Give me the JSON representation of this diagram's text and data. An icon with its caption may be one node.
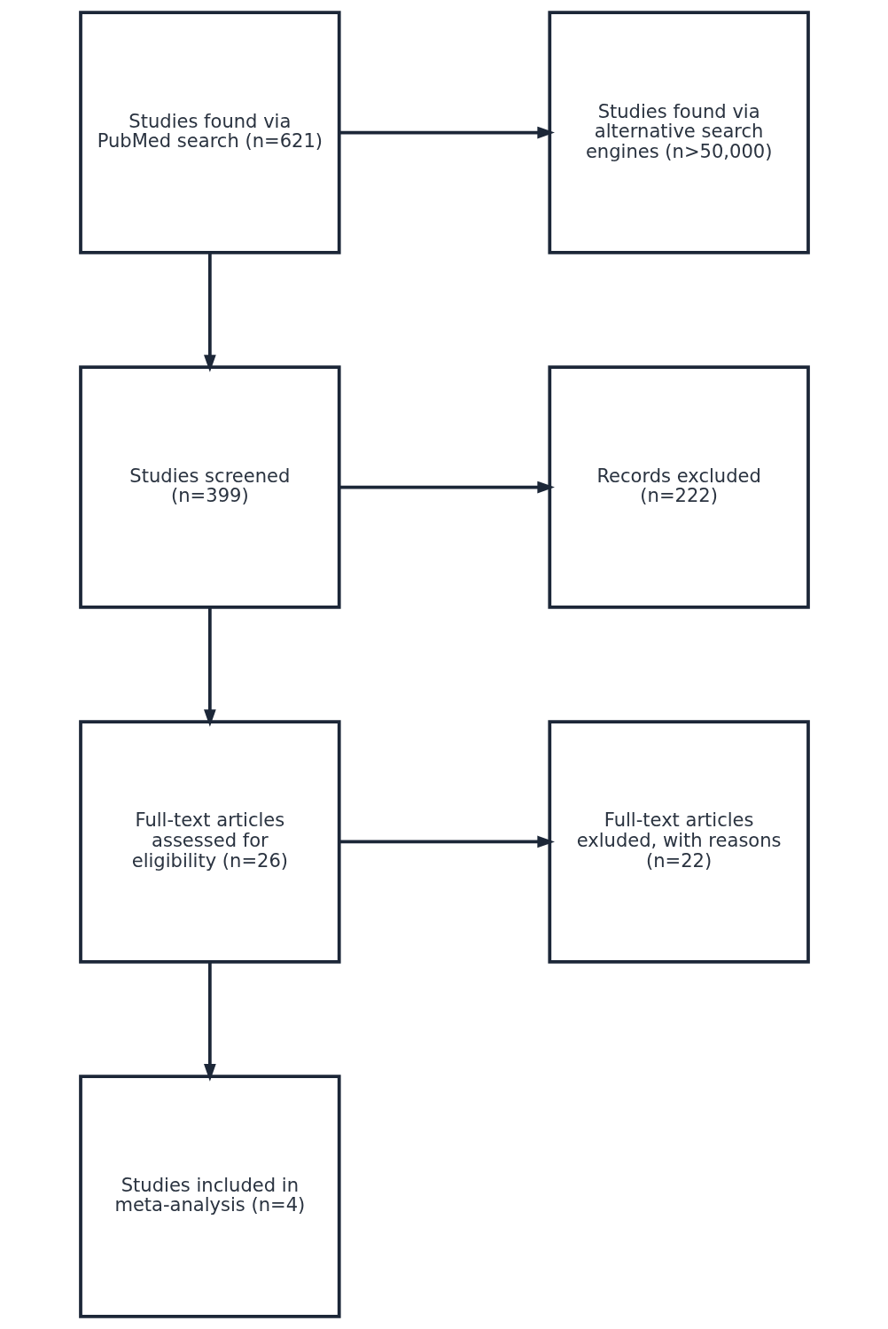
{
  "diagram": {
    "nodes": [
      {
        "text": [
          "Studies found via PubMed search (n=621)"
        ]
      },
      {
        "text": [
          "Studies found via alternative search engines (n>50,000)"
        ]
      },
      {
        "text": [
          "Studies screened (n=399)"
        ]
      },
      {
        "text": [
          "Records excluded (n=222)"
        ]
      },
      {
        "text": [
          "Full-text articles assessed for eligibility (n=26)"
        ]
      },
      {
        "text": [
          "Full-text articles exluded, with reasons (n=22)"
        ]
      },
      {
        "text": [
          "Studies included in meta-analysis (n=4)"
        ]
      }
    ],
    "edges": [
      {
        "from": 0,
        "to": 1,
        "arrow": "to"
      },
      {
        "from": 0,
        "to": 2,
        "arrow": "to"
      },
      {
        "from": 2,
        "to": 3,
        "arrow": "to"
      },
      {
        "from": 2,
        "to": 4,
        "arrow": "to"
      },
      {
        "from": 4,
        "to": 5,
        "arrow": "to"
      },
      {
        "from": 4,
        "to": 6,
        "arrow": "to"
      }
    ]
  }
}
